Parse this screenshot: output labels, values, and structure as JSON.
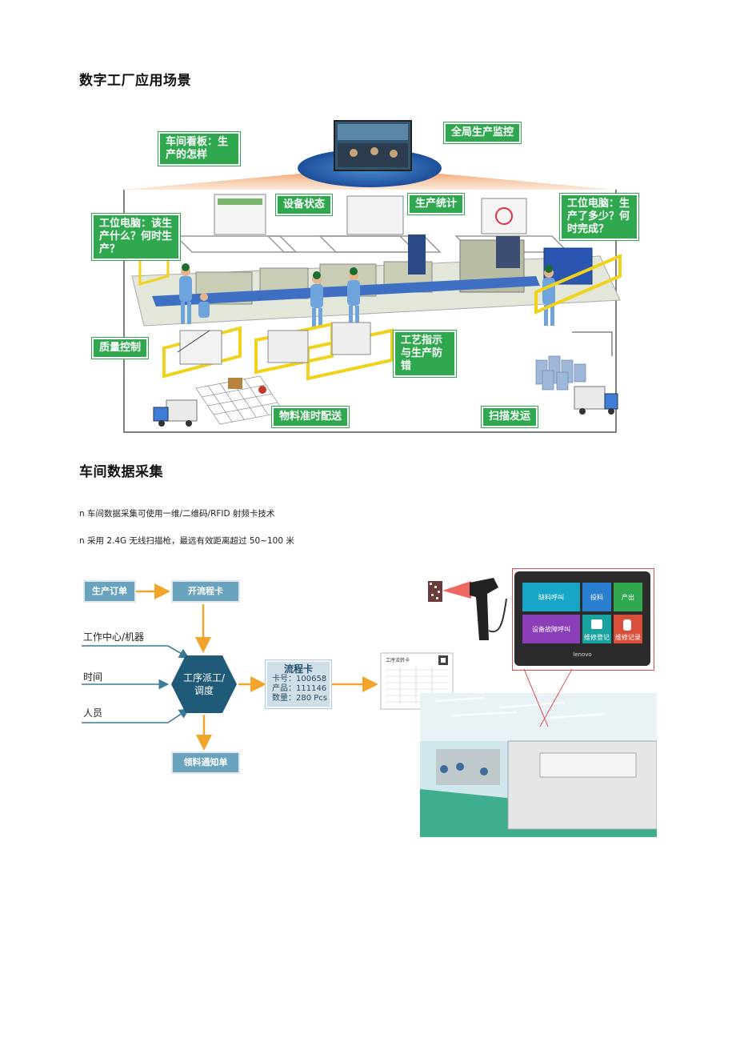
{
  "headings": {
    "scene_title": "数字工厂应用场景",
    "collect_title": "车间数据采集"
  },
  "bullets": [
    "n 车间数据采集可使用一维/二维码/RFID 射频卡技术",
    "n 采用 2.4G 无线扫描枪，最远有效距离超过 50~100 米"
  ],
  "factory_diagram": {
    "callouts": {
      "board": "车间看板：生产的怎样",
      "global": "全局生产监控",
      "device": "设备状态",
      "stats": "生产统计",
      "station_left": "工位电脑：该生产什么？何时生产？",
      "station_right": "工位电脑：生产了多少？何时完成？",
      "quality": "质量控制",
      "process": "工艺指示与生产防错",
      "material": "物料准时配送",
      "ship": "扫描发运"
    }
  },
  "flowchart": {
    "order": "生产订单",
    "open_card": "开流程卡",
    "work_center": "工作中心/机器",
    "time": "时间",
    "people": "人员",
    "dispatch": "工序派工/调度",
    "card_title": "流程卡",
    "card_no": "卡号：100658",
    "card_product": "产品：111146",
    "card_qty": "数量：280 Pcs",
    "paper_title": "工序流转卡",
    "pick_notice": "领料通知单"
  },
  "terminal": {
    "tiles": [
      "缺料呼叫",
      "投料",
      "产出",
      "设备故障呼叫",
      "维修登记",
      "维修记录"
    ],
    "brand": "lenovo"
  },
  "colors": {
    "green": "#2fa84f",
    "flow_blue": "#6aa3be",
    "arrow_orange": "#f2a52a",
    "hex_navy": "#1f5a78"
  }
}
